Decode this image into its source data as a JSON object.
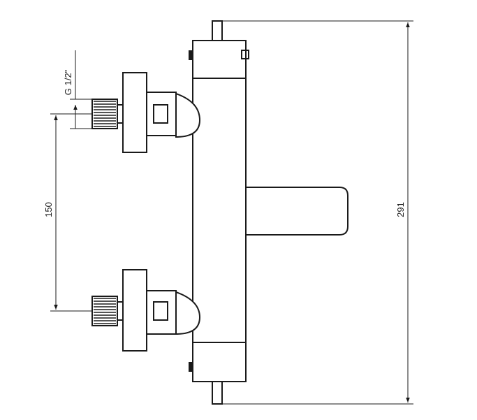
{
  "dimensions": {
    "thread_label": "G 1/2\"",
    "inlet_spacing_label": "150",
    "overall_height_label": "291"
  }
}
